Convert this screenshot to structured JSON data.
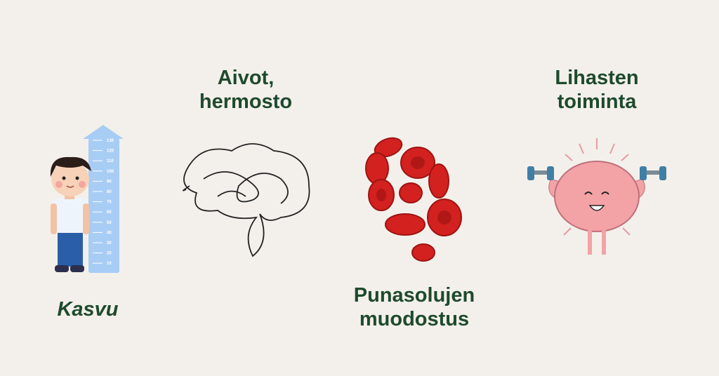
{
  "labels": {
    "growth": "Kasvu",
    "brain": [
      "Aivot,",
      "hermosto"
    ],
    "blood": [
      "Punasolujen",
      "muodostus"
    ],
    "muscles": [
      "Lihasten",
      "toiminta"
    ]
  },
  "ruler_ticks": [
    "130",
    "120",
    "110",
    "100",
    "90",
    "80",
    "70",
    "60",
    "50",
    "40",
    "30",
    "20",
    "10"
  ],
  "colors": {
    "background": "#f3f0eb",
    "text": "#1e4a2c",
    "ruler": "#a8cdf5",
    "blood": "#d3211f",
    "brain": "#f3a2a6"
  }
}
